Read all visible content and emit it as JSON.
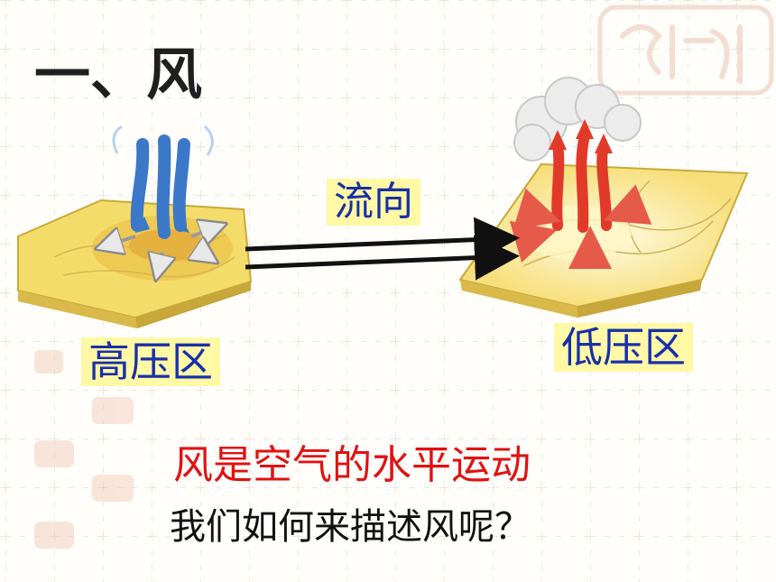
{
  "slide": {
    "title": "一、风",
    "flow_label": "流向",
    "high_pressure_label": "高压区",
    "low_pressure_label": "低压区",
    "definition": "风是空气的水平运动",
    "question": "我们如何来描述风呢？"
  },
  "colors": {
    "title": "#1f1f1f",
    "label_text": "#1a2fa8",
    "label_bg": "#fff9a6",
    "definition": "#e11111",
    "plate_yellow": "#f4dc6a",
    "descending_air": "#3b78c8",
    "ascending_air": "#e23a2a"
  },
  "icons": [
    "descending-air-icon",
    "ascending-air-icon",
    "flow-arrow-icon",
    "decorative-seal-icon"
  ]
}
